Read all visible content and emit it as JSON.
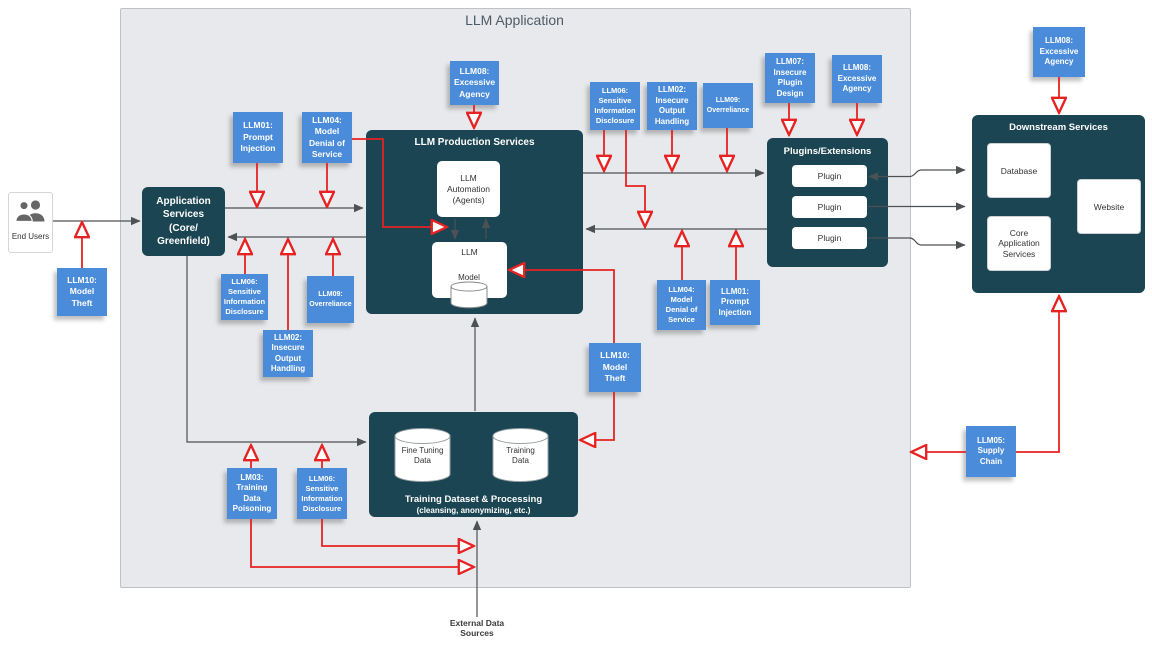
{
  "title": "LLM Application",
  "colors": {
    "node_dark": "#1b4552",
    "threat_blue": "#4a8cd9",
    "arrow_red": "#e62222",
    "arrow_gray": "#4e5154",
    "container_bg": "#e7e9ec"
  },
  "end_users": {
    "label": "End Users"
  },
  "external": {
    "label": "External Data\nSources"
  },
  "nodes": {
    "app_services": {
      "label": "Application\nServices\n(Core/\nGreenfield)"
    },
    "llm_production": {
      "title": "LLM Production Services",
      "automation_label": "LLM\nAutomation\n(Agents)",
      "llm_label": "LLM",
      "model_label": "Model"
    },
    "plugins": {
      "title": "Plugins/Extensions",
      "plugin1": "Plugin",
      "plugin2": "Plugin",
      "plugin3": "Plugin"
    },
    "downstream": {
      "title": "Downstream Services",
      "database": "Database",
      "website": "Website",
      "core": "Core\nApplication\nServices"
    },
    "training": {
      "title": "Training Dataset & Processing",
      "subtitle": "(cleansing, anonymizing, etc.)",
      "fine_tuning": "Fine Tuning\nData",
      "training_data": "Training\nData"
    }
  },
  "threats": [
    {
      "name": "llm10-model-theft-users",
      "label": "LLM10:\nModel\nTheft"
    },
    {
      "name": "llm01-prompt-injection-app",
      "label": "LLM01:\nPrompt\nInjection"
    },
    {
      "name": "llm04-model-dos-app",
      "label": "LLM04:\nModel\nDenial of\nService"
    },
    {
      "name": "llm08-excessive-agency-llm",
      "label": "LLM08:\nExcessive\nAgency"
    },
    {
      "name": "llm06-sensitive-info-response",
      "label": "LLM06:\nSensitive\nInformation\nDisclosure"
    },
    {
      "name": "llm09-overreliance-response",
      "label": "LLM09:\nOverreliance"
    },
    {
      "name": "llm02-insecure-output-response",
      "label": "LLM02:\nInsecure\nOutput\nHandling"
    },
    {
      "name": "llm06-sensitive-info-plugins",
      "label": "LLM06:\nSensitive\nInformation\nDisclosure"
    },
    {
      "name": "llm02-insecure-output-plugins",
      "label": "LLM02:\nInsecure\nOutput\nHandling"
    },
    {
      "name": "llm09-overreliance-plugins",
      "label": "LLM09:\nOverreliance"
    },
    {
      "name": "llm07-insecure-plugin-design",
      "label": "LLM07:\nInsecure\nPlugin\nDesign"
    },
    {
      "name": "llm08-excessive-agency-plugins",
      "label": "LLM08:\nExcessive\nAgency"
    },
    {
      "name": "llm04-model-dos-plugins",
      "label": "LLM04:\nModel\nDenial of\nService"
    },
    {
      "name": "llm01-prompt-injection-plugins",
      "label": "LLM01:\nPrompt\nInjection"
    },
    {
      "name": "llm10-model-theft-model",
      "label": "LLM10:\nModel\nTheft"
    },
    {
      "name": "lm03-training-data-poisoning",
      "label": "LM03:\nTraining\nData\nPoisoning"
    },
    {
      "name": "llm06-sensitive-info-training",
      "label": "LLM06:\nSensitive\nInformation\nDisclosure"
    },
    {
      "name": "llm05-supply-chain",
      "label": "LLM05:\nSupply\nChain"
    },
    {
      "name": "llm08-excessive-agency-downstream",
      "label": "LLM08:\nExcessive\nAgency"
    }
  ]
}
